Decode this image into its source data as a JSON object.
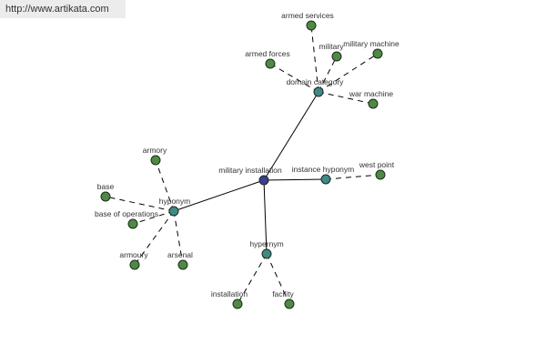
{
  "watermark": {
    "url": "http://www.artikata.com"
  },
  "colors": {
    "root": "#3a3f8f",
    "category": "#3f8a86",
    "leaf": "#4e8a43",
    "edge": "#000000"
  },
  "graph": {
    "root": {
      "label": "military installation"
    },
    "domain_category": {
      "label": "domain category",
      "children": [
        "armed services",
        "military",
        "military machine",
        "armed forces",
        "war machine"
      ]
    },
    "instance_hyponym": {
      "label": "instance hyponym",
      "children": [
        "west point"
      ]
    },
    "hyponym": {
      "label": "hyponym",
      "children": [
        "armory",
        "base",
        "base of operations",
        "armoury",
        "arsenal"
      ]
    },
    "hypernym": {
      "label": "hypernym",
      "children": [
        "installation",
        "facility"
      ]
    }
  }
}
